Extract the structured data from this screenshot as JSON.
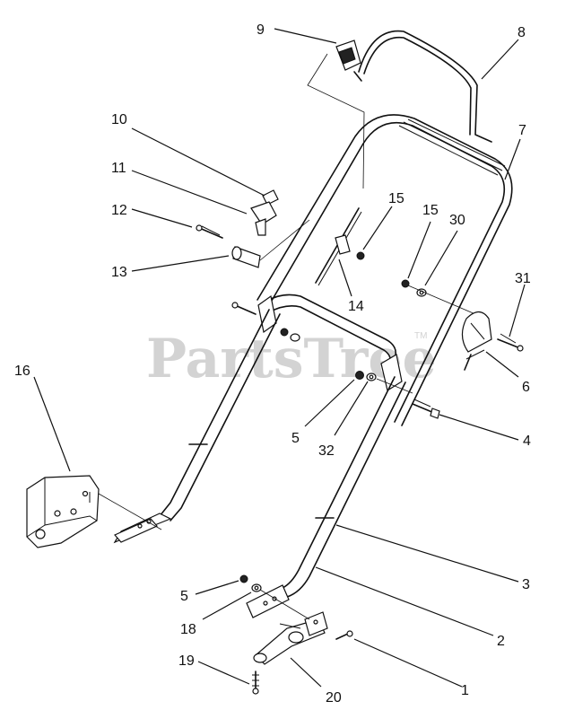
{
  "watermark": {
    "text": "PartsTree",
    "tm": "TM"
  },
  "callouts": [
    {
      "id": "c9",
      "label": "9"
    },
    {
      "id": "c8",
      "label": "8"
    },
    {
      "id": "c7",
      "label": "7"
    },
    {
      "id": "c10",
      "label": "10"
    },
    {
      "id": "c11",
      "label": "11"
    },
    {
      "id": "c12",
      "label": "12"
    },
    {
      "id": "c13",
      "label": "13"
    },
    {
      "id": "c14",
      "label": "14"
    },
    {
      "id": "c15a",
      "label": "15"
    },
    {
      "id": "c15b",
      "label": "15"
    },
    {
      "id": "c30",
      "label": "30"
    },
    {
      "id": "c31",
      "label": "31"
    },
    {
      "id": "c6",
      "label": "6"
    },
    {
      "id": "c4",
      "label": "4"
    },
    {
      "id": "c5a",
      "label": "5"
    },
    {
      "id": "c32",
      "label": "32"
    },
    {
      "id": "c16",
      "label": "16"
    },
    {
      "id": "c3",
      "label": "3"
    },
    {
      "id": "c2",
      "label": "2"
    },
    {
      "id": "c5b",
      "label": "5"
    },
    {
      "id": "c18",
      "label": "18"
    },
    {
      "id": "c19",
      "label": "19"
    },
    {
      "id": "c20",
      "label": "20"
    },
    {
      "id": "c1",
      "label": "1"
    }
  ]
}
